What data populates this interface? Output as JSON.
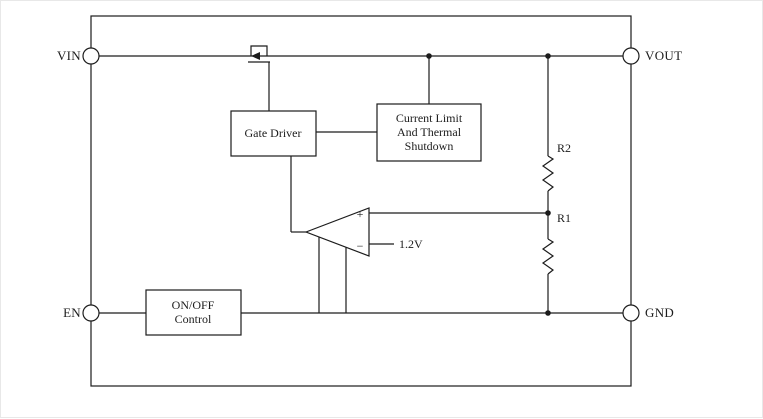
{
  "pins": {
    "vin": "VIN",
    "vout": "VOUT",
    "en": "EN",
    "gnd": "GND"
  },
  "blocks": {
    "gate_driver": {
      "label": "Gate Driver"
    },
    "current_limit": {
      "line1": "Current Limit",
      "line2": "And Thermal",
      "line3": "Shutdown"
    },
    "onoff": {
      "line1": "ON/OFF",
      "line2": "Control"
    }
  },
  "components": {
    "r2": "R2",
    "r1": "R1",
    "vref": "1.2V",
    "plus": "+",
    "minus": "−"
  },
  "colors": {
    "line": "#1c1c1c",
    "bg": "#ffffff"
  }
}
